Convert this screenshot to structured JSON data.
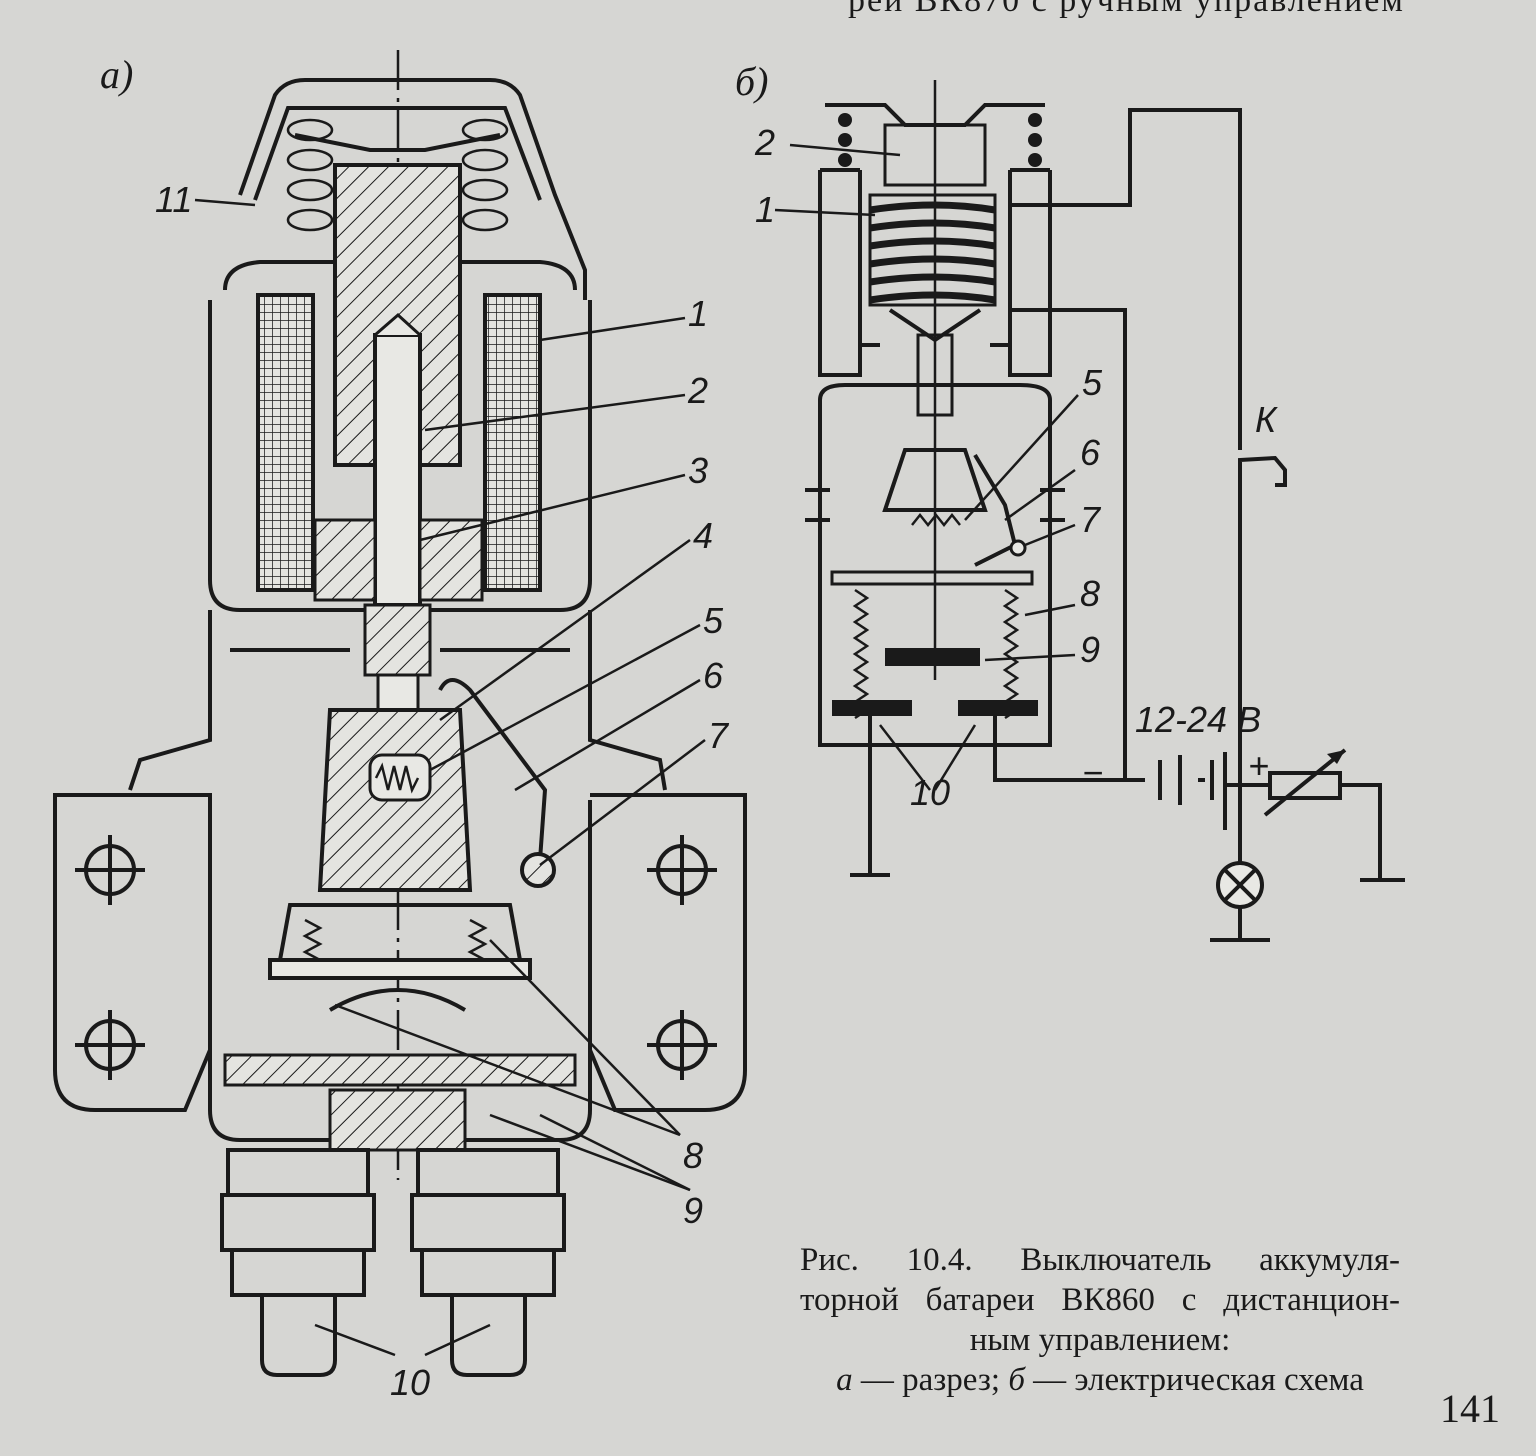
{
  "header_fragment": "рей ВК870 с ручным управлением",
  "panel_a": {
    "label": "а)"
  },
  "panel_b": {
    "label": "б)"
  },
  "callouts_a": [
    "11",
    "1",
    "2",
    "3",
    "4",
    "5",
    "6",
    "7",
    "8",
    "9",
    "10"
  ],
  "callouts_b": [
    "2",
    "1",
    "5",
    "6",
    "7",
    "8",
    "9",
    "10"
  ],
  "circuit": {
    "switch_label": "К",
    "voltage_label": "12-24 В",
    "minus": "−",
    "plus": "+"
  },
  "caption": {
    "line1": "Рис. 10.4. Выключатель аккумуля-",
    "line2": "торной батареи ВК860 с дистанцион-",
    "line3": "ным управлением:",
    "a_key": "а",
    "a_text": " — разрез;  ",
    "b_key": "б",
    "b_text": " — электрическая схема"
  },
  "page_number": "141"
}
